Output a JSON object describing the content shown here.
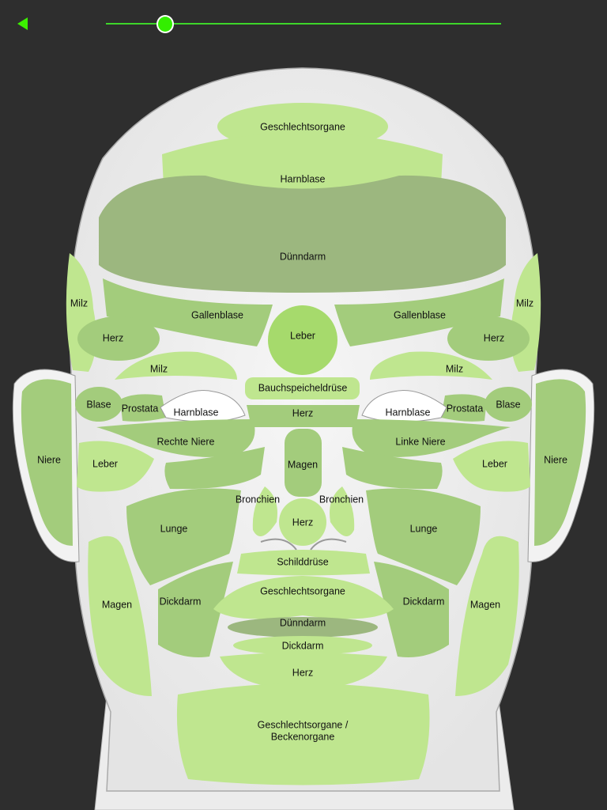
{
  "toolbar": {
    "back_icon": "back-triangle-icon",
    "slider_value": 0.15,
    "accent": "#33ee00"
  },
  "colors": {
    "background": "#2e2e2e",
    "light": "#bfe68f",
    "mid": "#a3cc7c",
    "dark": "#9cb77f"
  },
  "regions": {
    "forehead_top": "Geschlechtsorgane",
    "forehead_harnblase": "Harnblase",
    "forehead_duenndarm": "Dünndarm",
    "milz_outer_l": "Milz",
    "milz_outer_r": "Milz",
    "gallenblase_l": "Gallenblase",
    "gallenblase_r": "Gallenblase",
    "leber_center": "Leber",
    "herz_temple_l": "Herz",
    "herz_temple_r": "Herz",
    "milz_brow_l": "Milz",
    "milz_brow_r": "Milz",
    "bauchspeicheldruese": "Bauchspeicheldrüse",
    "blase_l": "Blase",
    "blase_r": "Blase",
    "prostata_l": "Prostata",
    "prostata_r": "Prostata",
    "harnblase_eye_l": "Harnblase",
    "harnblase_eye_r": "Harnblase",
    "herz_bridge": "Herz",
    "rechte_niere": "Rechte Niere",
    "linke_niere": "Linke Niere",
    "leber_l": "Leber",
    "leber_r": "Leber",
    "niere_ear_l": "Niere",
    "niere_ear_r": "Niere",
    "magen_nose": "Magen",
    "bronchien_l": "Bronchien",
    "bronchien_r": "Bronchien",
    "herz_nose": "Herz",
    "lunge_l": "Lunge",
    "lunge_r": "Lunge",
    "schilddruese": "Schilddrüse",
    "magen_l": "Magen",
    "magen_r": "Magen",
    "dickdarm_l": "Dickdarm",
    "dickdarm_r": "Dickdarm",
    "geschlechtsorgane_mouth": "Geschlechtsorgane",
    "duenndarm_lip": "Dünndarm",
    "dickdarm_lip": "Dickdarm",
    "herz_chin": "Herz",
    "chin_line1": "Geschlechtsorgane /",
    "chin_line2": "Beckenorgane"
  }
}
